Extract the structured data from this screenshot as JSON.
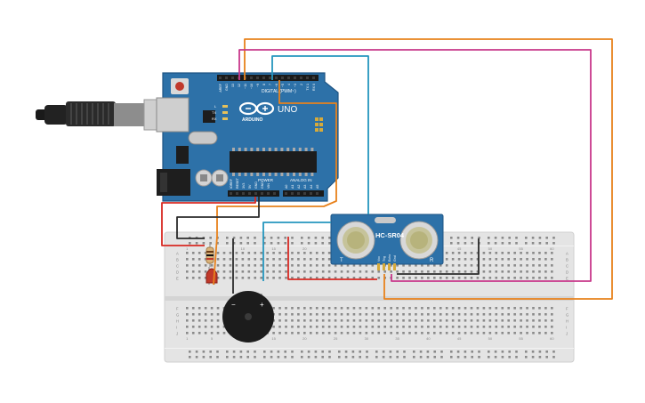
{
  "arduino": {
    "board_name": "UNO",
    "brand": "ARDUINO",
    "header_label_digital": "DIGITAL (PWM~)",
    "header_label_power": "POWER",
    "header_label_analog": "ANALOG IN",
    "led_labels": [
      "L",
      "TX",
      "RX"
    ],
    "digital_pins": [
      "AREF",
      "GND",
      "13",
      "12",
      "~11",
      "~10",
      "~9",
      "8",
      "7",
      "~6",
      "~5",
      "4",
      "~3",
      "2",
      "TX 1",
      "RX 0"
    ],
    "power_pins": [
      "IOREF",
      "RESET",
      "3V3",
      "5V",
      "GND",
      "GND",
      "VIN"
    ],
    "analog_pins": [
      "A0",
      "A1",
      "A2",
      "A3",
      "A4",
      "A5"
    ]
  },
  "sensor": {
    "name": "HC-SR04",
    "pin_labels": [
      "Vcc",
      "Trig",
      "Echo",
      "Gnd"
    ],
    "corner_left": "T",
    "corner_right": "R"
  },
  "buzzer": {
    "minus_label": "−",
    "plus_label": "+"
  },
  "breadboard": {
    "column_numbers_top": [
      "1",
      "5",
      "10",
      "15",
      "20",
      "25",
      "30",
      "35",
      "40",
      "45",
      "50",
      "55",
      "60"
    ],
    "row_letters_top": [
      "A",
      "B",
      "C",
      "D",
      "E"
    ],
    "row_letters_bottom": [
      "F",
      "G",
      "H",
      "I",
      "J"
    ]
  },
  "colors": {
    "board": "#2d71a8",
    "wire_orange": "#e8821c",
    "wire_magenta": "#c8378a",
    "wire_teal": "#2596be",
    "wire_red": "#d72a23",
    "wire_black": "#2b2b2b",
    "breadboard": "#e4e4e4"
  }
}
